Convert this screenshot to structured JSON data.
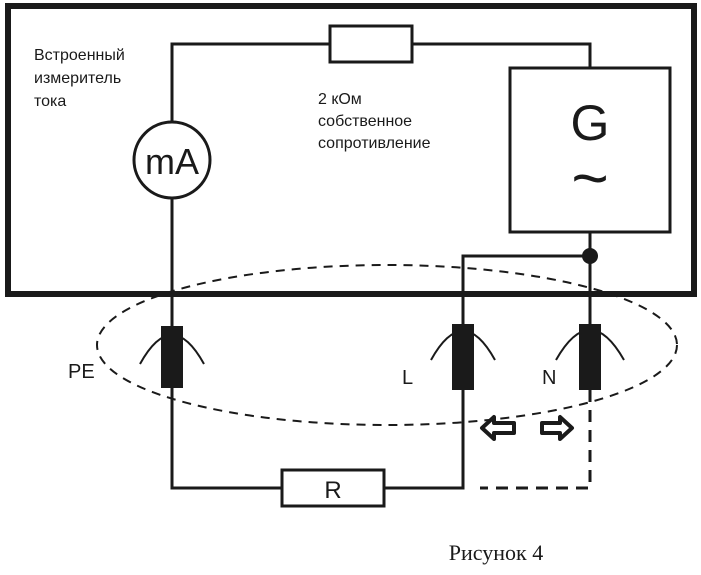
{
  "labels": {
    "meter_caption": [
      "Встроенный",
      "измеритель",
      "тока"
    ],
    "resistor_caption": [
      "2 кОм",
      "собственное",
      "сопротивление"
    ],
    "meter_symbol": "mA",
    "generator_symbol": "G",
    "generator_wave": "~",
    "terminal_pe": "PE",
    "terminal_l": "L",
    "terminal_n": "N",
    "external_resistor": "R",
    "figure_caption": "Рисунок 4"
  },
  "colors": {
    "ink": "#1a1a1a",
    "background": "#ffffff"
  }
}
